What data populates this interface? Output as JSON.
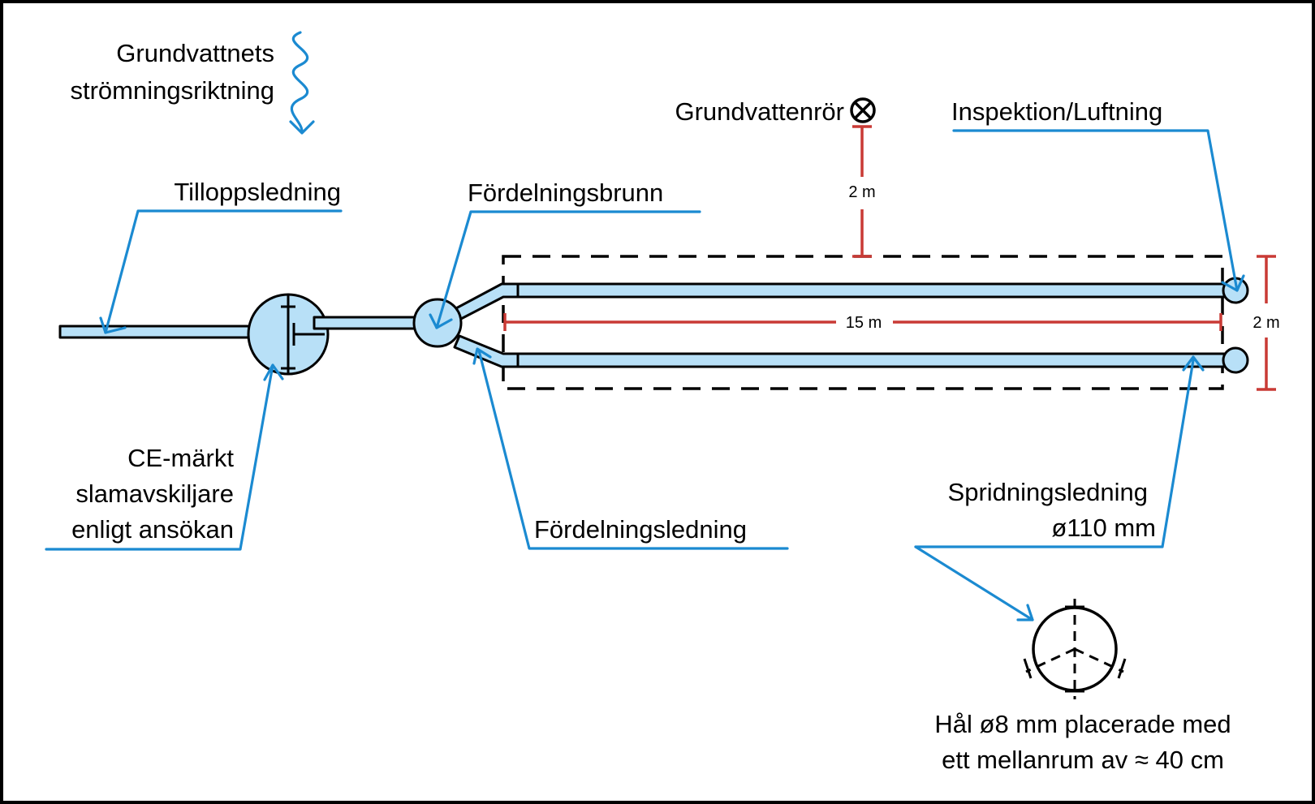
{
  "labels": {
    "flow_line1": "Grundvattnets",
    "flow_line2": "strömningsriktning",
    "groundwater_pipe": "Grundvattenrör",
    "inspection": "Inspektion/Luftning",
    "inlet": "Tilloppsledning",
    "distribution_well": "Fördelningsbrunn",
    "septic_line1": "CE-märkt",
    "septic_line2": "slamavskiljare",
    "septic_line3": "enligt ansökan",
    "distribution_pipe": "Fördelningsledning",
    "spread_line1": "Spridningsledning",
    "spread_line2": "ø110 mm",
    "holes_line1": "Hål ø8 mm placerade med",
    "holes_line2": "ett mellanrum av ≈ 40 cm"
  },
  "dimensions": {
    "distance_to_groundwater_pipe": "2 m",
    "bed_length": "15 m",
    "bed_width": "2 m"
  },
  "colors": {
    "pipe_fill": "#b8e0f7",
    "leader": "#1b8ad1",
    "dimension": "#c93a35",
    "outline": "#000000"
  },
  "icons": {
    "groundwater_pipe": "circled-x-icon",
    "flow": "wavy-arrow-icon"
  }
}
